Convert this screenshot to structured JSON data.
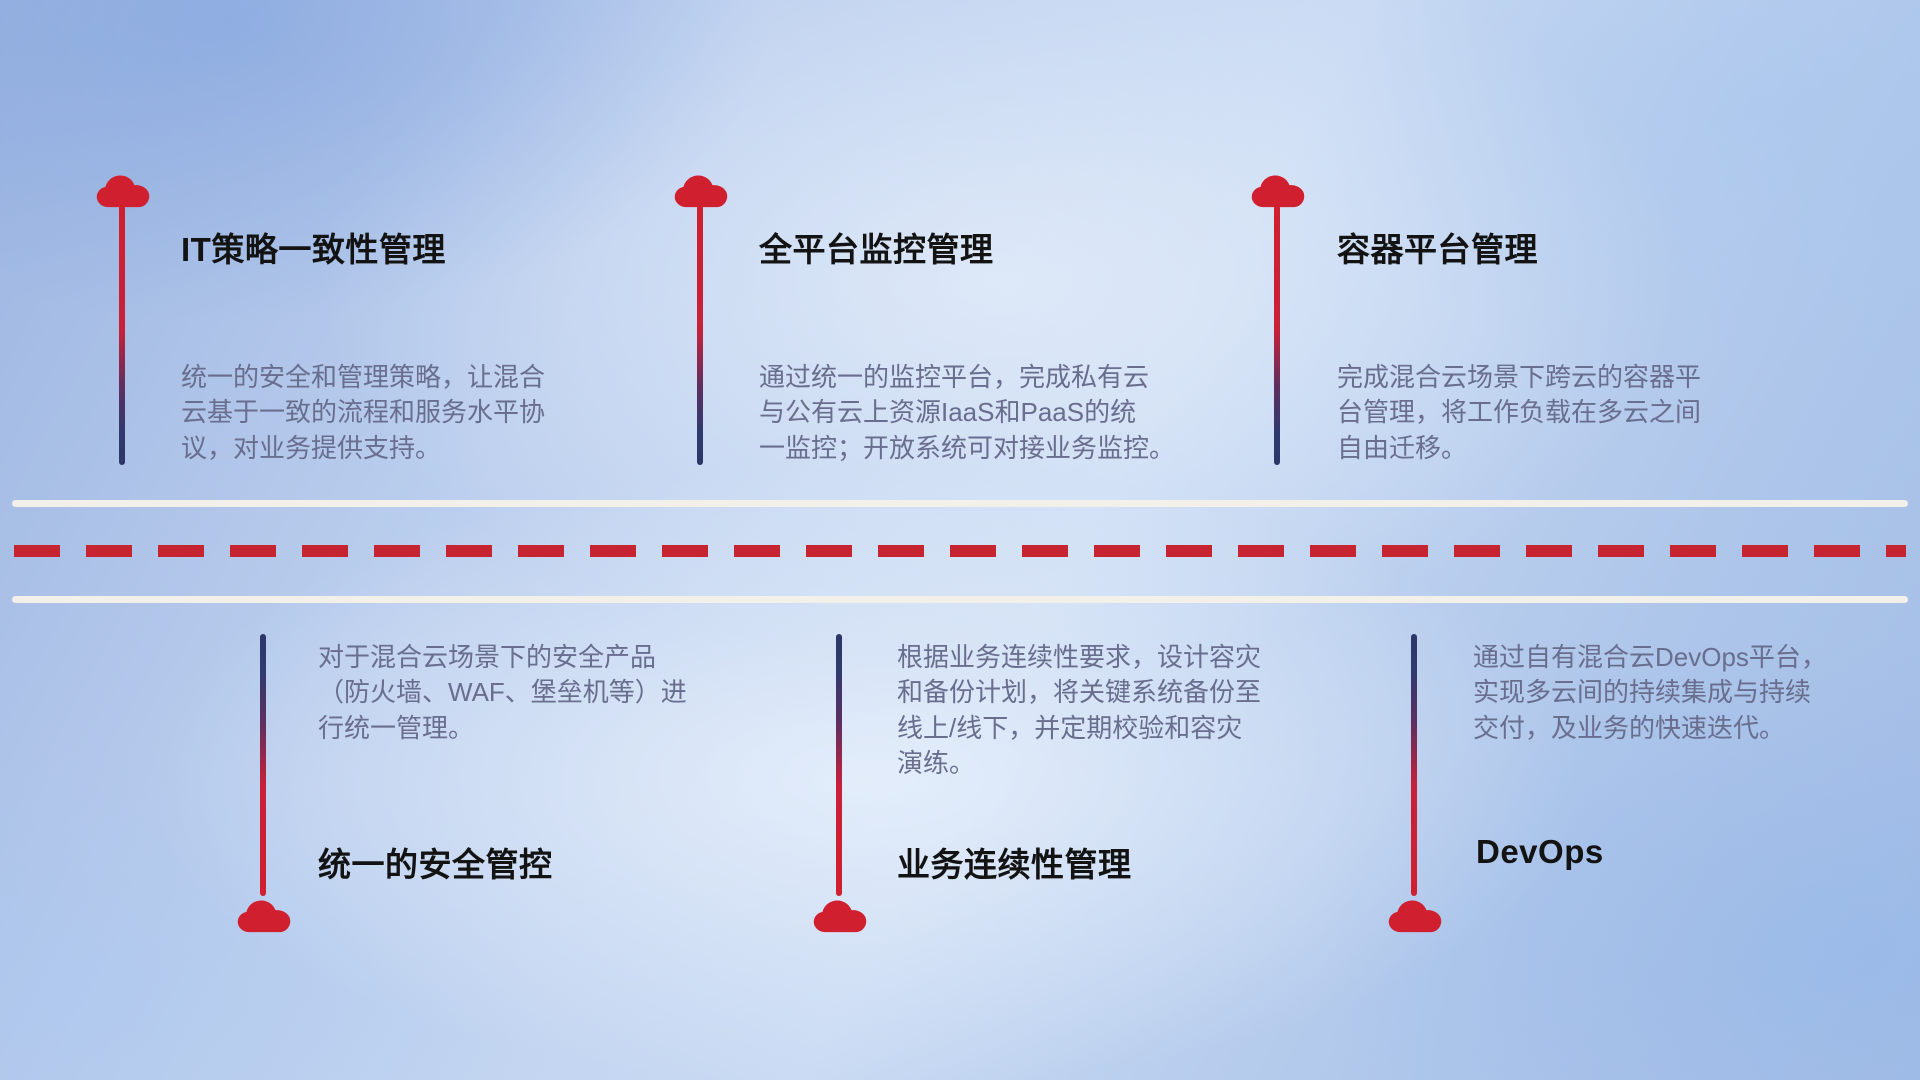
{
  "colors": {
    "accent_red": "#d01f2e",
    "dash_red": "#c62431",
    "accent_navy": "#2c3768",
    "title_text": "#131313",
    "body_text": "#696d8e",
    "road_white": "#f3efe9"
  },
  "top_items": [
    {
      "icon": "cloud-icon",
      "title": "IT策略一致性管理",
      "body": "统一的安全和管理策略，让混合\n云基于一致的流程和服务水平协\n议，对业务提供支持。"
    },
    {
      "icon": "cloud-icon",
      "title": "全平台监控管理",
      "body": "通过统一的监控平台，完成私有云\n与公有云上资源IaaS和PaaS的统\n一监控；开放系统可对接业务监控。"
    },
    {
      "icon": "cloud-icon",
      "title": "容器平台管理",
      "body": "完成混合云场景下跨云的容器平\n台管理，将工作负载在多云之间\n自由迁移。"
    }
  ],
  "bottom_items": [
    {
      "icon": "cloud-icon",
      "title": "统一的安全管控",
      "body": "对于混合云场景下的安全产品\n（防火墙、WAF、堡垒机等）进\n行统一管理。"
    },
    {
      "icon": "cloud-icon",
      "title": "业务连续性管理",
      "body": "根据业务连续性要求，设计容灾\n和备份计划，将关键系统备份至\n线上/线下，并定期校验和容灾\n演练。"
    },
    {
      "icon": "cloud-icon",
      "title": "DevOps",
      "body": "通过自有混合云DevOps平台，\n实现多云间的持续集成与持续\n交付，及业务的快速迭代。"
    }
  ]
}
